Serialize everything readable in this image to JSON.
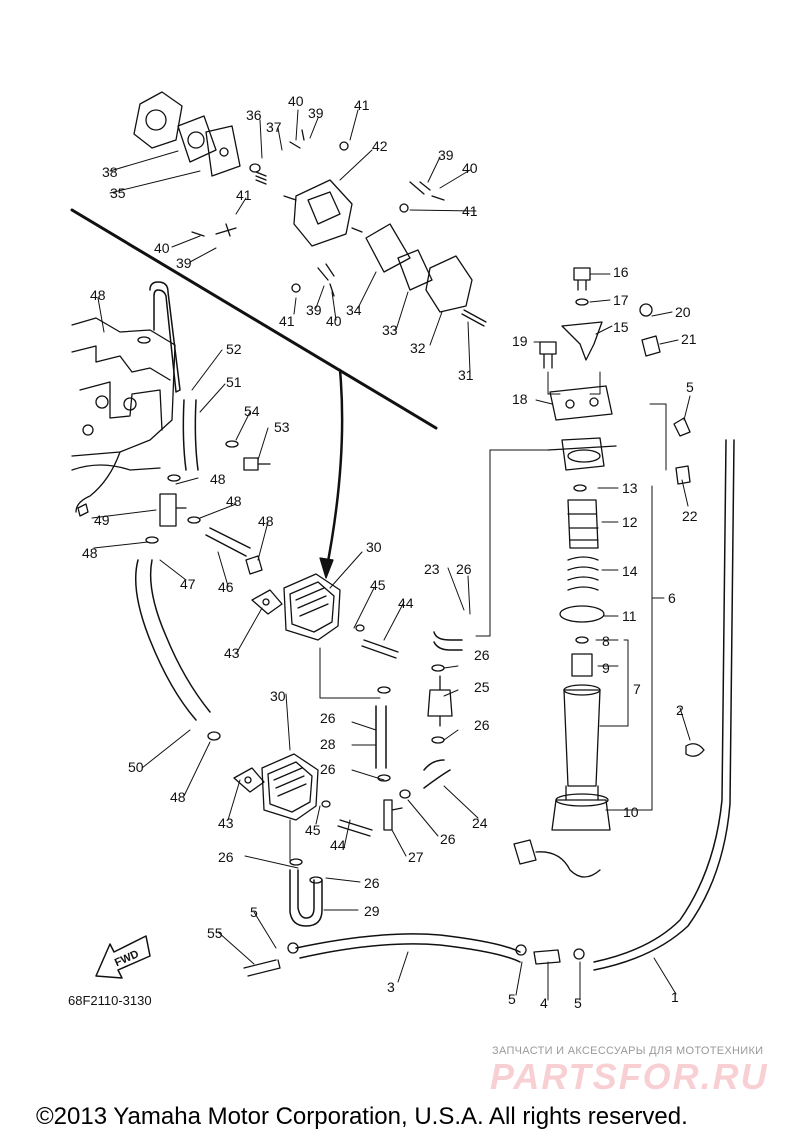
{
  "diagram": {
    "drawing_code": "68F2110-3130",
    "fwd_label": "FWD",
    "copyright": "©2013 Yamaha Motor Corporation, U.S.A. All rights reserved.",
    "watermark": {
      "tagline": "ЗАПЧАСТИ И АКСЕССУАРЫ ДЛЯ МОТОТЕХНИКИ",
      "logo": "PARTSFOR.RU"
    },
    "callouts": {
      "c1": "1",
      "c2": "2",
      "c3": "3",
      "c4": "4",
      "c5a": "5",
      "c5b": "5",
      "c5c": "5",
      "c5d": "5",
      "c6": "6",
      "c7": "7",
      "c8": "8",
      "c9": "9",
      "c10": "10",
      "c11": "11",
      "c12": "12",
      "c13": "13",
      "c14": "14",
      "c15": "15",
      "c16": "16",
      "c17": "17",
      "c18": "18",
      "c19": "19",
      "c20": "20",
      "c21": "21",
      "c22": "22",
      "c23": "23",
      "c24": "24",
      "c25": "25",
      "c26a": "26",
      "c26b": "26",
      "c26c": "26",
      "c26d": "26",
      "c26e": "26",
      "c26f": "26",
      "c26g": "26",
      "c26h": "26",
      "c27": "27",
      "c28": "28",
      "c29": "29",
      "c30a": "30",
      "c30b": "30",
      "c31": "31",
      "c32": "32",
      "c33": "33",
      "c34": "34",
      "c35": "35",
      "c36": "36",
      "c37": "37",
      "c38": "38",
      "c39a": "39",
      "c39b": "39",
      "c39c": "39",
      "c39d": "39",
      "c40a": "40",
      "c40b": "40",
      "c40c": "40",
      "c40d": "40",
      "c41a": "41",
      "c41b": "41",
      "c41c": "41",
      "c41d": "41",
      "c42": "42",
      "c43a": "43",
      "c43b": "43",
      "c44a": "44",
      "c44b": "44",
      "c45a": "45",
      "c45b": "45",
      "c46": "46",
      "c47": "47",
      "c48a": "48",
      "c48b": "48",
      "c48c": "48",
      "c48d": "48",
      "c48e": "48",
      "c48f": "48",
      "c49": "49",
      "c50": "50",
      "c51": "51",
      "c52": "52",
      "c53": "53",
      "c54": "54",
      "c55": "55"
    }
  }
}
